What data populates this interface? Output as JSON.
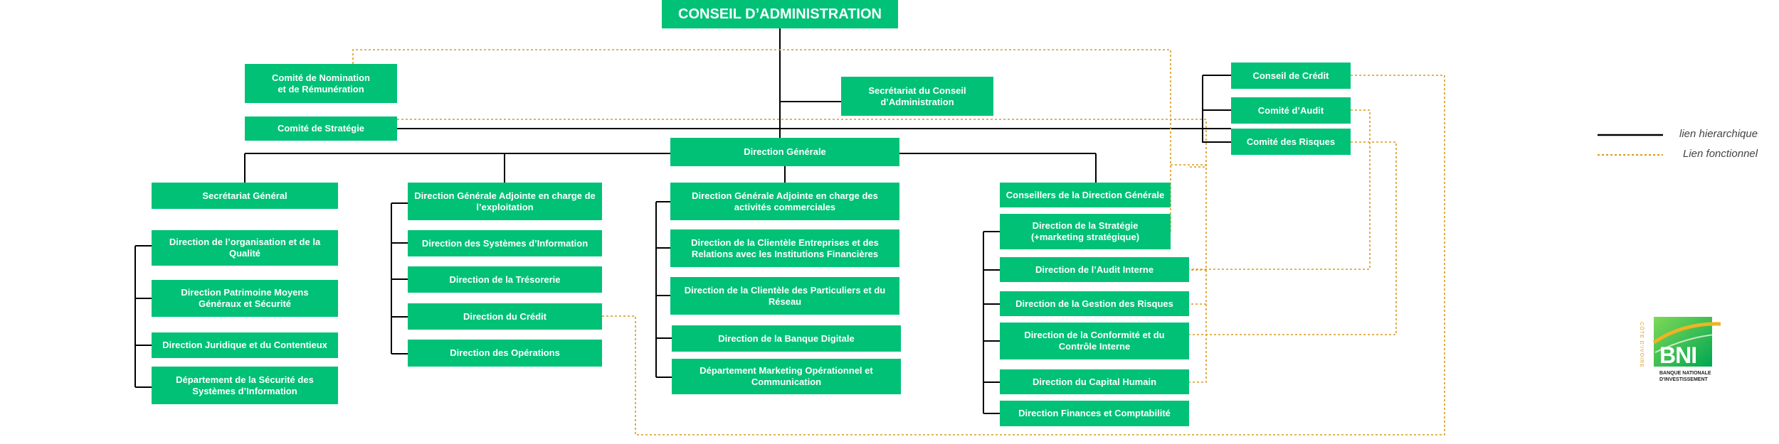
{
  "colors": {
    "box": "#00c176",
    "box_text": "#ffffff",
    "hierarchical": "#000000",
    "functional": "#d99a1e"
  },
  "board": "CONSEIL D’ADMINISTRATION",
  "boxes": {
    "comite_nomination": "Comité de Nomination\net de Rémunération",
    "comite_strategie": "Comité de Stratégie",
    "secretariat_conseil": "Secrétariat du Conseil\nd’Administration",
    "conseil_credit": "Conseil de Crédit",
    "comite_audit": "Comité d’Audit",
    "comite_risques": "Comité des Risques",
    "direction_generale": "Direction Générale",
    "secretariat_general": "Secrétariat Général",
    "dir_organisation": "Direction de l’organisation et de la\nQualité",
    "dir_patrimoine": "Direction Patrimoine Moyens\nGénéraux et Sécurité",
    "dir_juridique": "Direction Juridique et du Contentieux",
    "dep_securite": "Département de la Sécurité des\nSystèmes d’Information",
    "dga_exploitation": "Direction Générale Adjointe en charge de\nl’exploitation",
    "dir_si": "Direction des Systèmes d’Information",
    "dir_tresorerie": "Direction de la Trésorerie",
    "dir_credit": "Direction du Crédit",
    "dir_operations": "Direction des Opérations",
    "dga_commerciale": "Direction Générale Adjointe en charge des\nactivités commerciales",
    "dir_entreprises": "Direction de la Clientèle Entreprises et des\nRelations avec les Institutions Financières",
    "dir_particuliers": "Direction de la Clientèle des Particuliers et du\nRéseau",
    "dir_digitale": "Direction de la Banque Digitale",
    "dep_marketing": "Département Marketing Opérationnel et\nCommunication",
    "conseillers_dg": "Conseillers de la Direction Générale",
    "dir_strategie": "Direction de la Stratégie\n(+marketing stratégique)",
    "dir_audit": "Direction de l’Audit Interne",
    "dir_risques": "Direction de la Gestion des Risques",
    "dir_conformite": "Direction de la Conformité et du\nContrôle Interne",
    "dir_capital_humain": "Direction du Capital Humain",
    "dir_finances": "Direction Finances et Comptabilité"
  },
  "legend": {
    "hierarchical": "lien hierarchique",
    "functional": "Lien fonctionnel"
  },
  "logo": {
    "brand": "BNI",
    "line1": "BANQUE NATIONALE",
    "line2": "D'INVESTISSEMENT",
    "side": "CÔTE D'IVOIRE"
  }
}
